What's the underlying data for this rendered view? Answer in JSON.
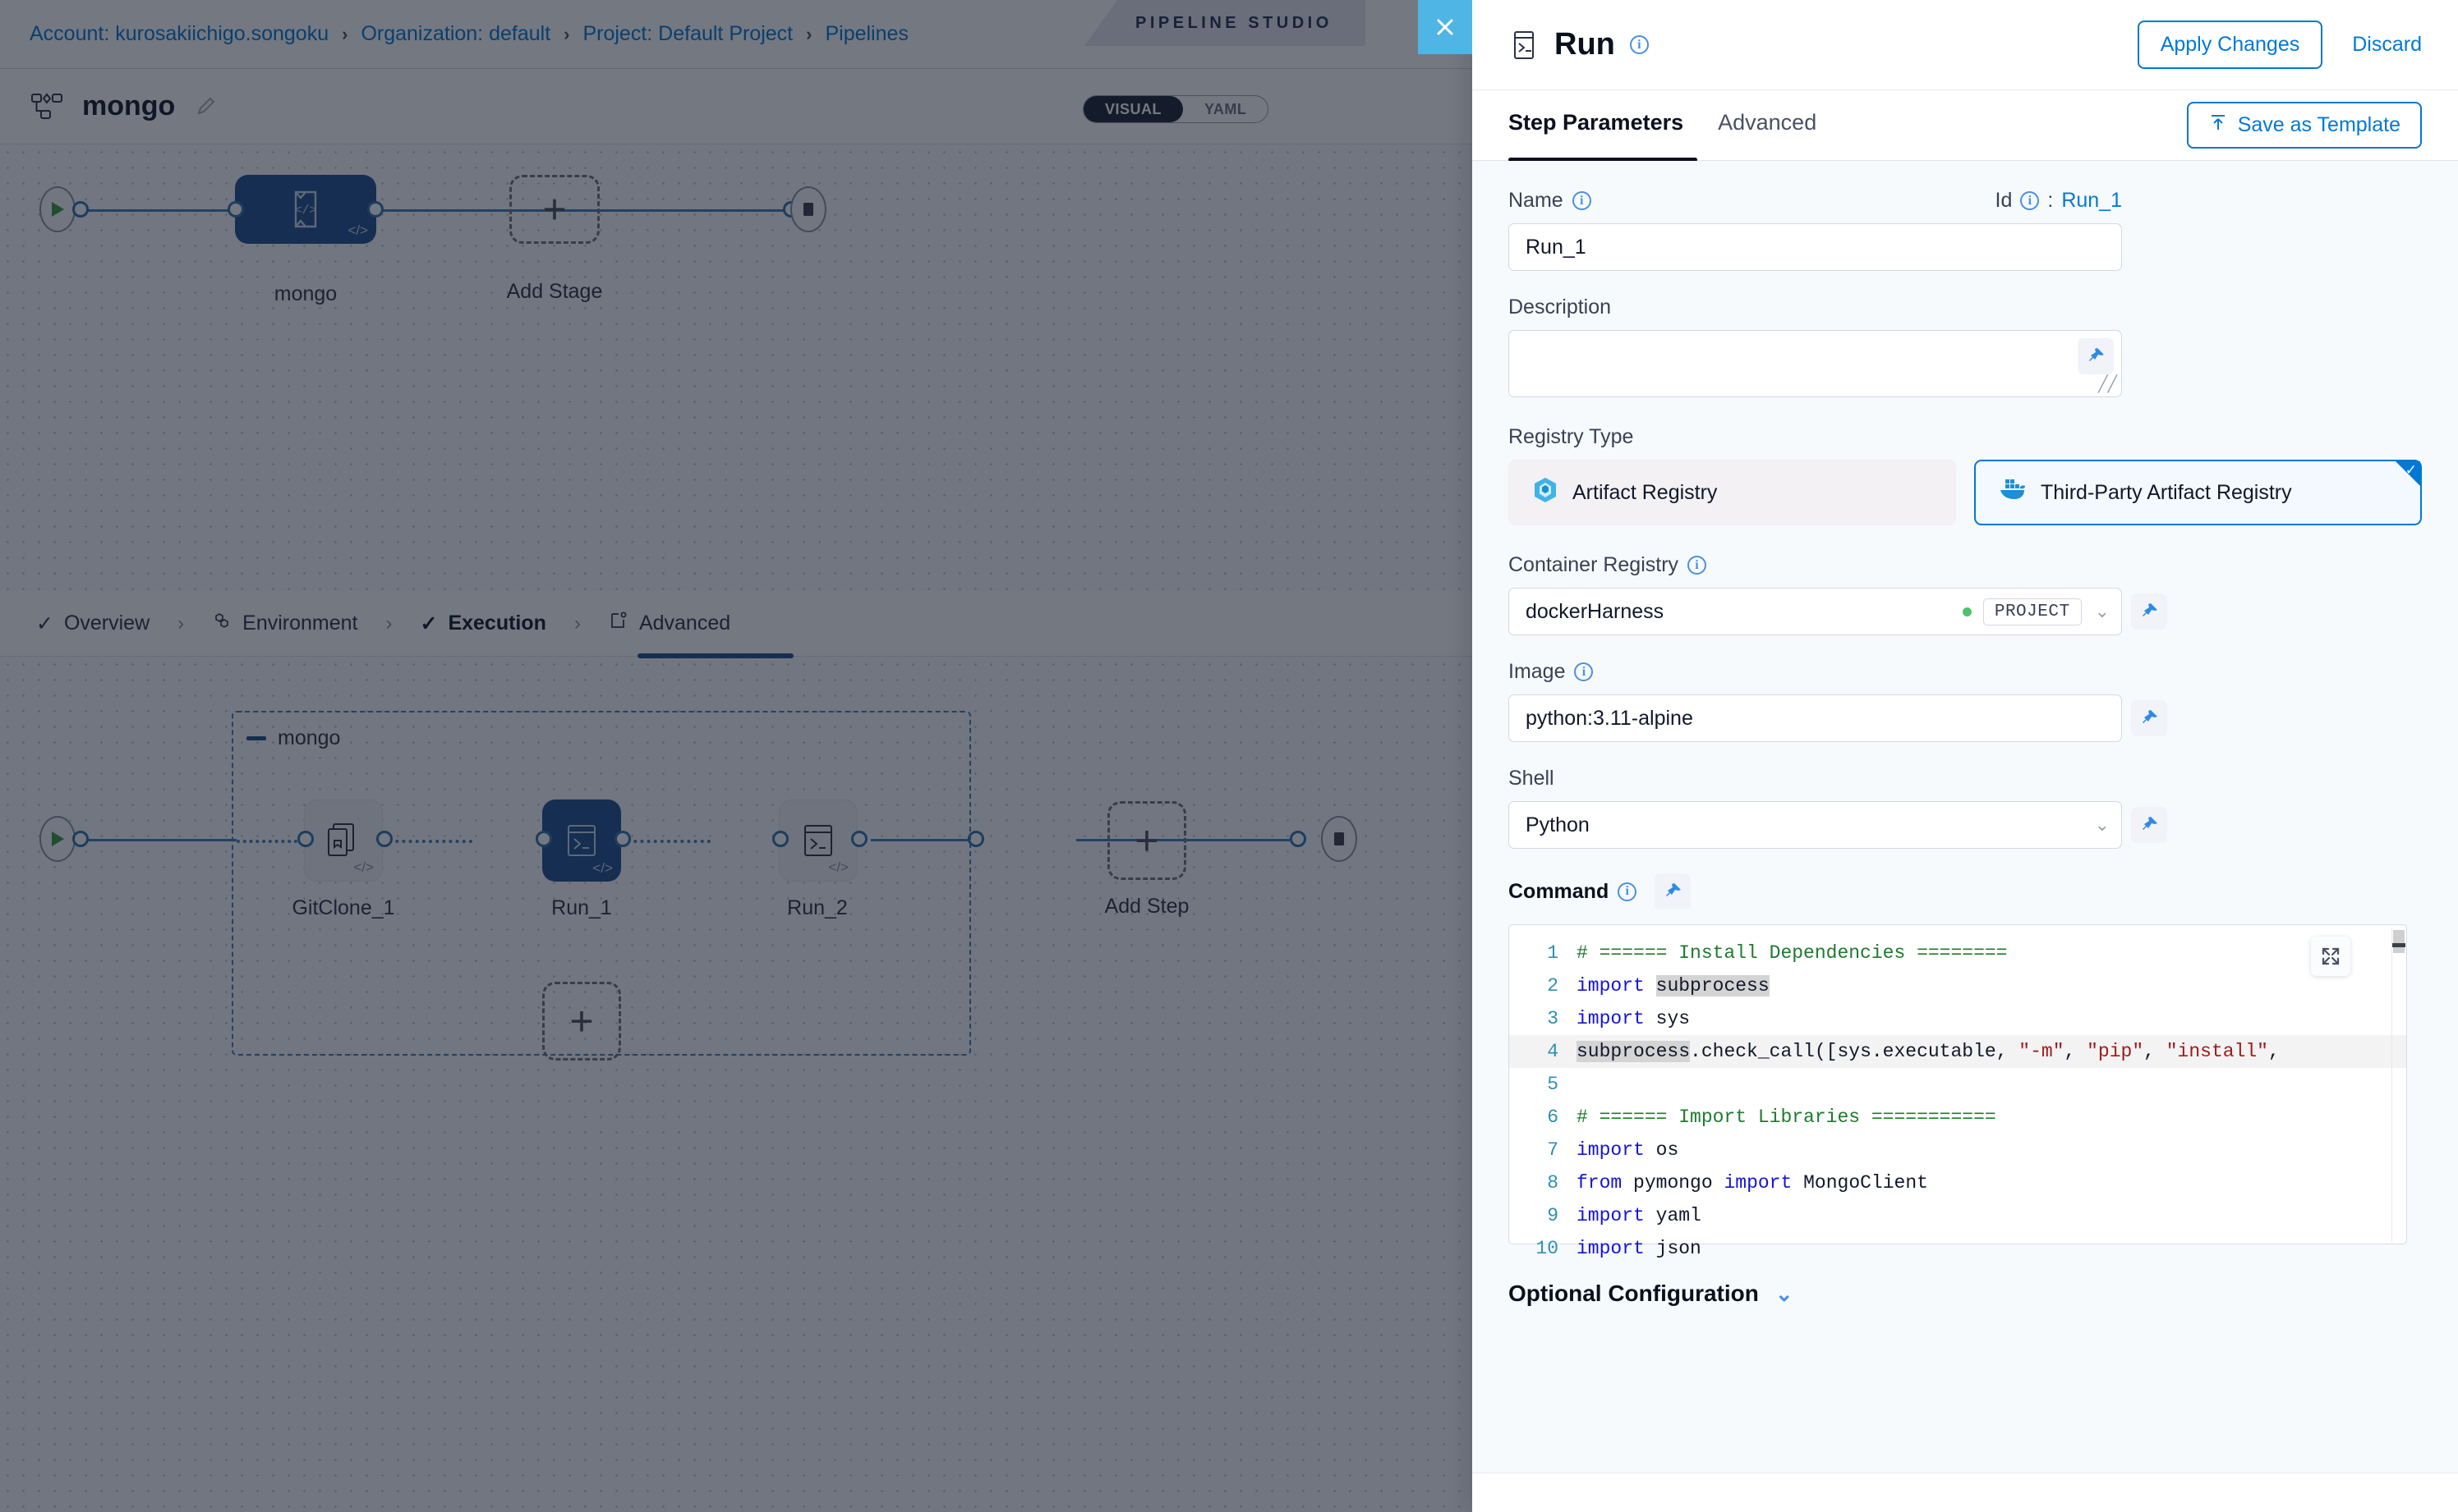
{
  "breadcrumb": {
    "items": [
      {
        "label": "Account: kurosakiichigo.songoku"
      },
      {
        "label": "Organization: default"
      },
      {
        "label": "Project: Default Project"
      },
      {
        "label": "Pipelines"
      }
    ],
    "separator": "›"
  },
  "studio": {
    "ribbon_label": "PIPELINE STUDIO",
    "close_icon": "close-icon"
  },
  "pipeline": {
    "name": "mongo",
    "pipeline_icon": "pipeline-icon",
    "edit_icon": "pencil-icon",
    "view_toggle": {
      "options": [
        "VISUAL",
        "YAML"
      ],
      "selected": "VISUAL"
    }
  },
  "graph_top": {
    "start_icon": "play-icon",
    "end_icon": "stop-icon",
    "nodes": [
      {
        "label": "mongo",
        "icon": "code-stage-icon",
        "selected": true
      },
      {
        "label": "Add Stage",
        "icon": "plus-icon",
        "selected": false
      }
    ]
  },
  "stage_tabs": {
    "items": [
      {
        "label": "Overview",
        "icon": "check-icon",
        "active": false
      },
      {
        "label": "Environment",
        "icon": "hexagon-icon",
        "active": false
      },
      {
        "label": "Execution",
        "icon": "check-icon",
        "active": true
      },
      {
        "label": "Advanced",
        "icon": "advanced-icon",
        "active": false
      }
    ],
    "separator": "›"
  },
  "graph_bottom": {
    "group_label": "mongo",
    "start_icon": "play-icon",
    "end_icon": "stop-icon",
    "steps": [
      {
        "label": "GitClone_1",
        "icon": "git-clone-icon",
        "selected": false
      },
      {
        "label": "Run_1",
        "icon": "terminal-icon",
        "selected": true
      },
      {
        "label": "Run_2",
        "icon": "terminal-icon",
        "selected": false
      }
    ],
    "add_step_label": "Add Step",
    "add_step_icon": "plus-icon",
    "add_parallel_icon": "plus-icon"
  },
  "drawer": {
    "title": "Run",
    "title_icon": "terminal-icon",
    "apply_label": "Apply Changes",
    "discard_label": "Discard",
    "tabs": [
      {
        "label": "Step Parameters",
        "active": true
      },
      {
        "label": "Advanced",
        "active": false
      }
    ],
    "save_template_label": "Save as Template",
    "save_template_icon": "template-upload-icon",
    "fields": {
      "name_label": "Name",
      "name_value": "Run_1",
      "name_placeholder": "",
      "id_label": "Id",
      "id_separator": ":",
      "id_value": "Run_1",
      "description_label": "Description",
      "description_value": "",
      "description_placeholder": "",
      "registry_type_label": "Registry Type",
      "registry_options": [
        {
          "label": "Artifact Registry",
          "icon": "harness-cube-icon",
          "selected": false
        },
        {
          "label": "Third-Party Artifact Registry",
          "icon": "docker-icon",
          "selected": true
        }
      ],
      "container_registry_label": "Container Registry",
      "container_registry_value": "dockerHarness",
      "container_registry_scope": "PROJECT",
      "image_label": "Image",
      "image_value": "python:3.11-alpine",
      "shell_label": "Shell",
      "shell_value": "Python",
      "command_label": "Command",
      "optional_config_label": "Optional Configuration"
    },
    "pin_icon": "pin-icon",
    "expand_icon": "expand-icon",
    "chevron_down_icon": "chevron-down-icon"
  },
  "code": {
    "line_numbers": [
      1,
      2,
      3,
      4,
      5,
      6,
      7,
      8,
      9,
      10
    ],
    "lines": [
      {
        "n": 1,
        "text": "# ====== Install Dependencies ========"
      },
      {
        "n": 2,
        "text": "import subprocess"
      },
      {
        "n": 3,
        "text": "import sys"
      },
      {
        "n": 4,
        "text": "subprocess.check_call([sys.executable, \"-m\", \"pip\", \"install\","
      },
      {
        "n": 5,
        "text": ""
      },
      {
        "n": 6,
        "text": "# ====== Import Libraries ==========="
      },
      {
        "n": 7,
        "text": "import os"
      },
      {
        "n": 8,
        "text": "from pymongo import MongoClient"
      },
      {
        "n": 9,
        "text": "import yaml"
      },
      {
        "n": 10,
        "text": "import json"
      }
    ]
  },
  "colors": {
    "accent_blue": "#0278d5",
    "node_selected": "#1d4f8c",
    "close_button": "#4fb5e4",
    "comment_green": "#1f7a2e",
    "keyword_blue": "#1414d6",
    "string_red": "#a11a1a",
    "status_green": "#4dc26b"
  }
}
